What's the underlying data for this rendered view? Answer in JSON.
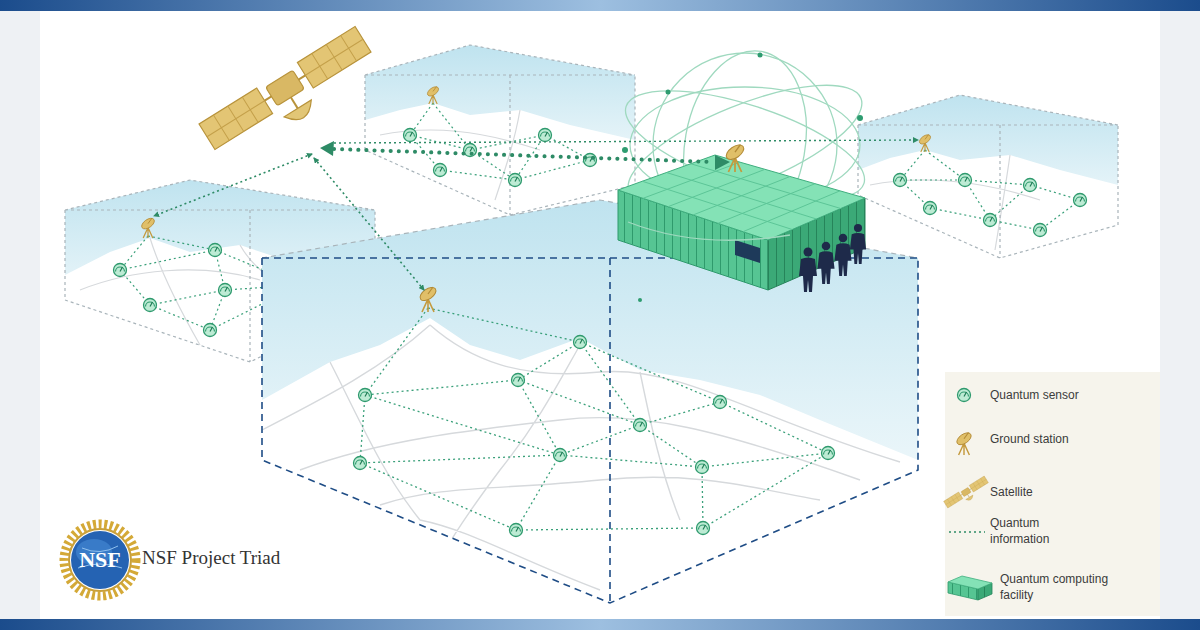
{
  "diagram": {
    "nodes": [
      {
        "text": [
          "NSF"
        ]
      }
    ],
    "labels": [
      "NSF Project Triad"
    ],
    "legend": [
      {
        "text": "Quantum sensor"
      },
      {
        "text": "Ground station"
      },
      {
        "text": "Satellite"
      },
      {
        "text": "Quantum information"
      },
      {
        "text": "Quantum computing facility"
      }
    ]
  }
}
